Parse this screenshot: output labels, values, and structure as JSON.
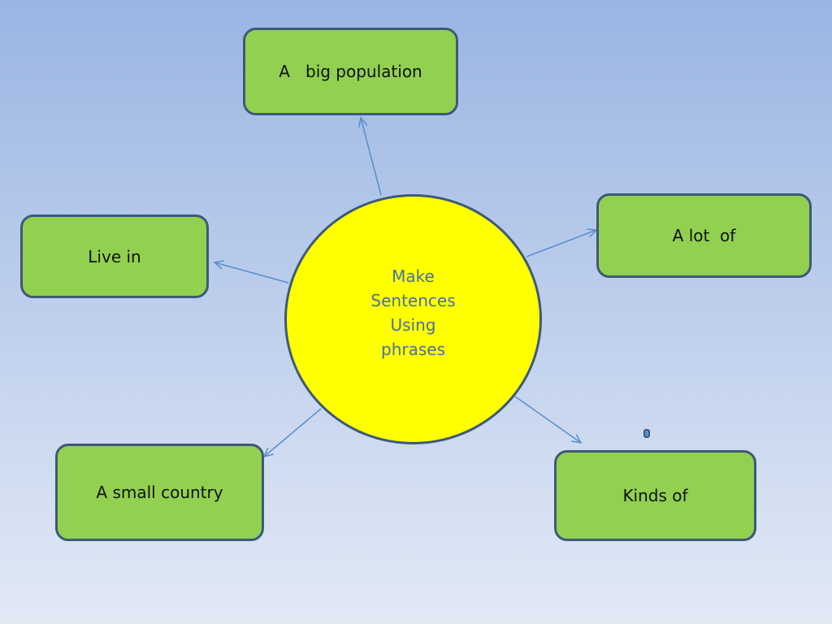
{
  "colors": {
    "background_top": "#9ab5e3",
    "background_bottom": "#e2e9f5",
    "node_fill": "#92d050",
    "node_border": "#3d5a78",
    "hub_fill": "#ffff00",
    "hub_text": "#4a6fa5",
    "arrow": "#5b8fc9"
  },
  "hub": {
    "label": "Make\nSentences\nUsing\nphrases"
  },
  "nodes": [
    {
      "id": "big-population",
      "label": "A   big population"
    },
    {
      "id": "a-lot-of",
      "label": "A lot  of"
    },
    {
      "id": "live-in",
      "label": "Live in"
    },
    {
      "id": "small-country",
      "label": "A small country"
    },
    {
      "id": "kinds-of",
      "label": "Kinds of"
    }
  ]
}
